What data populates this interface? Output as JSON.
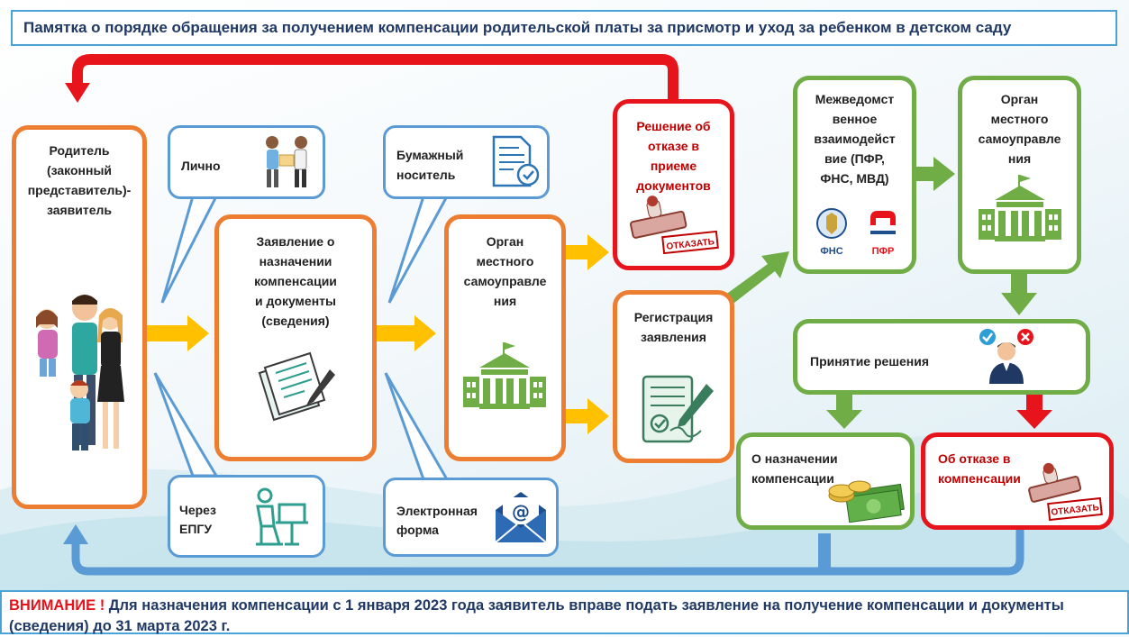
{
  "title": "Памятка о порядке обращения за получением компенсации родительской платы за присмотр и уход за ребенком в детском саду",
  "parent": {
    "lines": [
      "Родитель",
      "(законный",
      "представитель)-",
      "заявитель"
    ]
  },
  "channels": {
    "personal": "Лично",
    "epgu": [
      "Через",
      "ЕПГУ"
    ],
    "paper": [
      "Бумажный",
      "носитель"
    ],
    "electronic": [
      "Электронная",
      "форма"
    ]
  },
  "application": {
    "lines": [
      "Заявление о",
      "назначении",
      "компенсации",
      "и документы",
      "(сведения)"
    ]
  },
  "authority": {
    "lines": [
      "Орган",
      "местного",
      "самоуправле",
      "ния"
    ]
  },
  "refusal_docs": {
    "lines": [
      "Решение об",
      "отказе в",
      "приеме",
      "документов"
    ]
  },
  "stamp_text": "ОТКАЗАТЬ",
  "registration": {
    "lines": [
      "Регистрация",
      "заявления"
    ]
  },
  "interagency": {
    "lines": [
      "Межведомст",
      "венное",
      "взаимодейст",
      "вие (ПФР,",
      "ФНС, МВД)"
    ],
    "logo1": "ФНС",
    "logo2": "ПФР"
  },
  "authority2": {
    "lines": [
      "Орган",
      "местного",
      "самоуправле",
      "ния"
    ]
  },
  "decision": "Принятие решения",
  "grant": {
    "lines": [
      "О назначении",
      "компенсации"
    ]
  },
  "deny": {
    "lines": [
      "Об отказе в",
      "компенсации"
    ]
  },
  "footer": {
    "attention": "ВНИМАНИЕ !",
    "text": " Для назначения компенсации с 1 января 2023 года заявитель вправе подать заявление на получение компенсации и документы (сведения) до 31 марта 2023 г."
  },
  "colors": {
    "orange": "#ed7d31",
    "blue": "#5b9bd5",
    "red": "#e8141b",
    "green": "#70ad47",
    "yellow": "#ffc000",
    "navy": "#1f3864"
  }
}
